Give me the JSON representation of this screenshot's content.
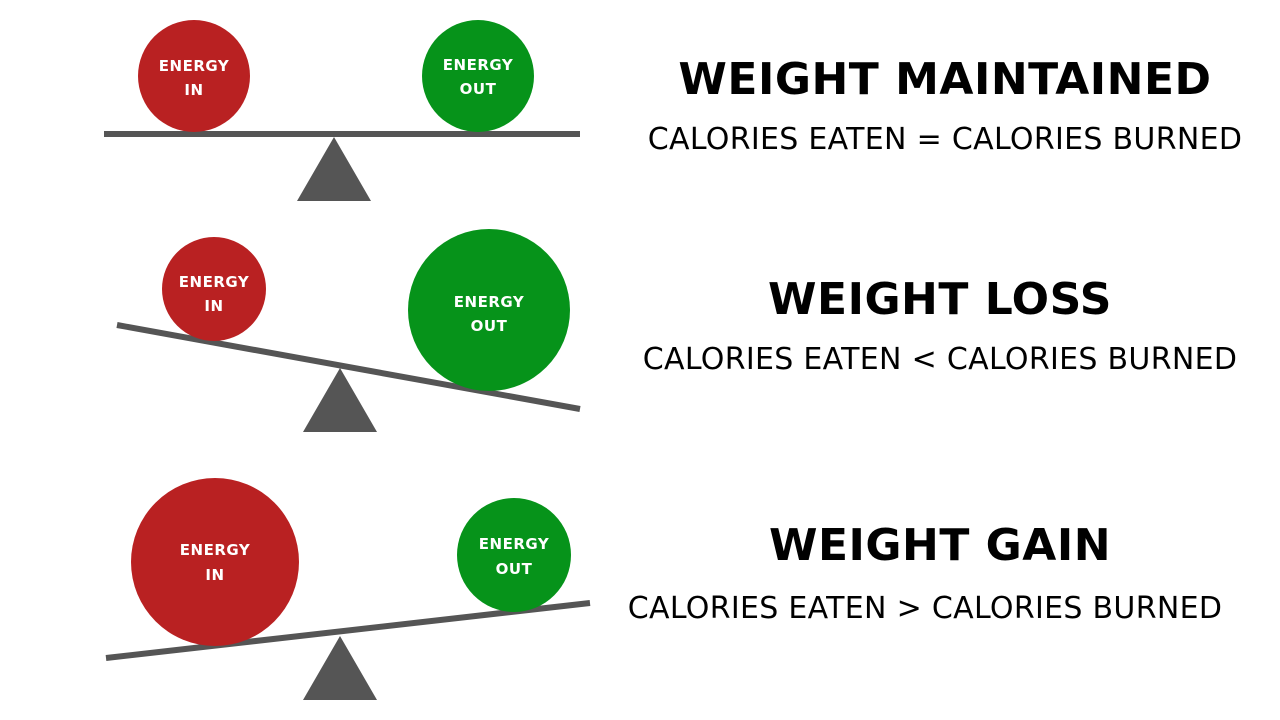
{
  "colors": {
    "energy_in": "#b92122",
    "energy_out": "#06931a",
    "beam": "#555555",
    "fulcrum": "#555555",
    "text": "#000000"
  },
  "panels": [
    {
      "state": "balanced",
      "title": "WEIGHT MAINTAINED",
      "formula": "CALORIES EATEN = CALORIES BURNED",
      "energy_in": {
        "line1": "ENERGY",
        "line2": "IN"
      },
      "energy_out": {
        "line1": "ENERGY",
        "line2": "OUT"
      }
    },
    {
      "state": "out-heavier",
      "title": "WEIGHT LOSS",
      "formula": "CALORIES EATEN < CALORIES BURNED",
      "energy_in": {
        "line1": "ENERGY",
        "line2": "IN"
      },
      "energy_out": {
        "line1": "ENERGY",
        "line2": "OUT"
      }
    },
    {
      "state": "in-heavier",
      "title": "WEIGHT GAIN",
      "formula": "CALORIES EATEN > CALORIES BURNED",
      "energy_in": {
        "line1": "ENERGY",
        "line2": "IN"
      },
      "energy_out": {
        "line1": "ENERGY",
        "line2": "OUT"
      }
    }
  ]
}
